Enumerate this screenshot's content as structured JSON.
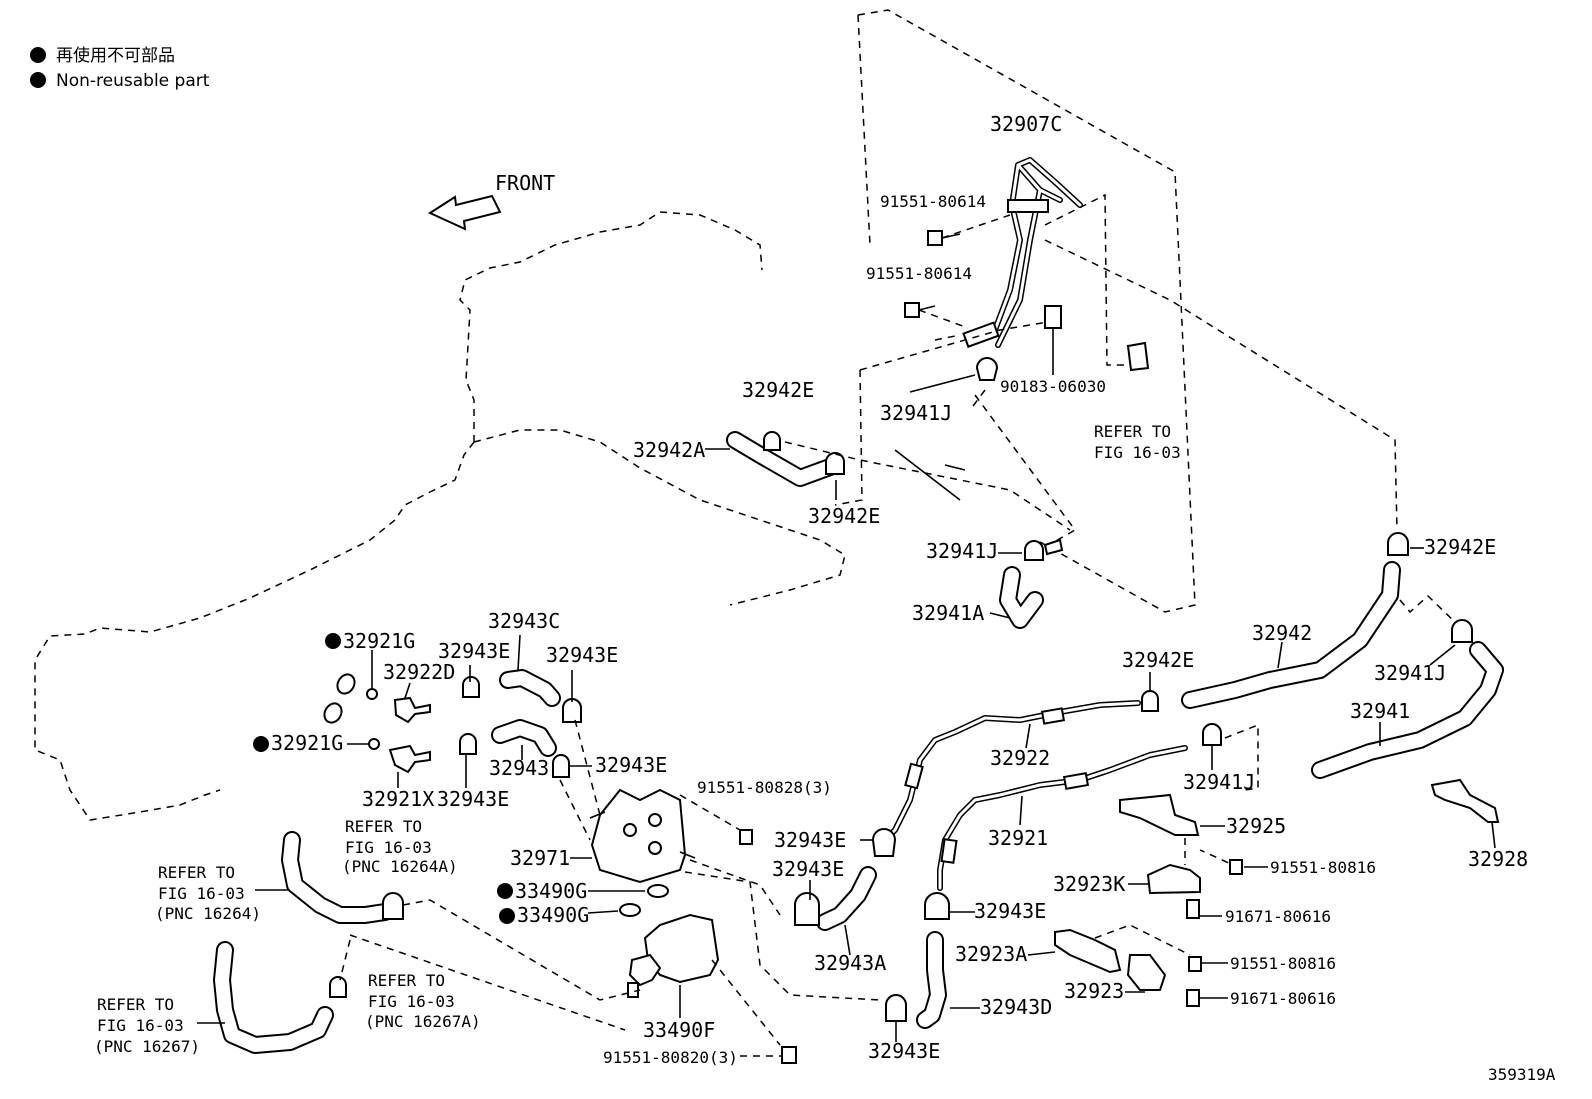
{
  "legend": [
    {
      "text": "再使用不可部品"
    },
    {
      "text": "Non-reusable part"
    }
  ],
  "front_label": "FRONT",
  "figure_id": "359319A",
  "labels": {
    "l32907C": "32907C",
    "l91551_80614_a": "91551-80614",
    "l91551_80614_b": "91551-80614",
    "l90183_06030": "90183-06030",
    "l32941J_a": "32941J",
    "l32942E_a": "32942E",
    "l32942A": "32942A",
    "l32942E_b": "32942E",
    "refer_a_1": "REFER TO",
    "refer_a_2": "FIG 16-03",
    "l32941J_b": "32941J",
    "l32941A": "32941A",
    "l32942E_c": "32942E",
    "l32942": "32942",
    "l32942E_d": "32942E",
    "l32941J_c": "32941J",
    "l32941": "32941",
    "l32941J_d": "32941J",
    "l32922": "32922",
    "l32921": "32921",
    "l32925": "32925",
    "l32928": "32928",
    "l91551_80816_a": "91551-80816",
    "l32923K": "32923K",
    "l91671_80616_a": "91671-80616",
    "l32923A": "32923A",
    "l91551_80816_b": "91551-80816",
    "l32923": "32923",
    "l91671_80616_b": "91671-80616",
    "l32943E_a": "32943E",
    "l32943E_b": "32943E",
    "l32943A": "32943A",
    "l32943E_c": "32943E",
    "l32943D": "32943D",
    "l32943E_d": "32943E",
    "l91551_80828": "91551-80828(3)",
    "l32971": "32971",
    "l33490G_a": "33490G",
    "l33490G_b": "33490G",
    "l33490F": "33490F",
    "l91551_80820": "91551-80820(3)",
    "l32921G_a": "32921G",
    "l32922D": "32922D",
    "l32921G_b": "32921G",
    "l32921X": "32921X",
    "l32943C": "32943C",
    "l32943E_e": "32943E",
    "l32943E_f": "32943E",
    "l32943": "32943",
    "l32943E_g": "32943E",
    "l32943E_h": "32943E",
    "refer_b_1": "REFER TO",
    "refer_b_2": "FIG 16-03",
    "refer_b_3": "(PNC 16264A)",
    "refer_c_1": "REFER TO",
    "refer_c_2": "FIG 16-03",
    "refer_c_3": "(PNC 16264)",
    "refer_d_1": "REFER TO",
    "refer_d_2": "FIG 16-03",
    "refer_d_3": "(PNC 16267A)",
    "refer_e_1": "REFER TO",
    "refer_e_2": "FIG 16-03",
    "refer_e_3": "(PNC 16267)"
  }
}
